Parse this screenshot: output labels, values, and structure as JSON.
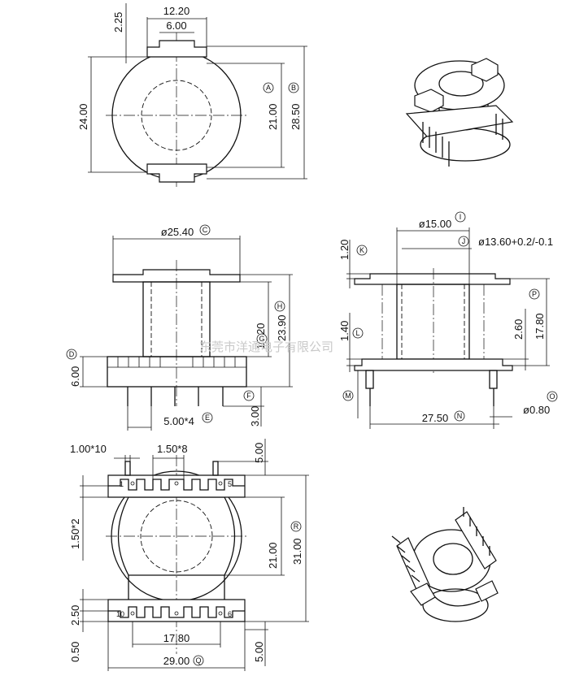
{
  "watermark": "东莞市洋通电子有限公司",
  "top_view": {
    "dims": {
      "slot_outer": "12.20",
      "slot_inner": "6.00",
      "tab_height": "2.25",
      "width": "24.00",
      "inner_dia": "21.00",
      "outer_dia": "28.50"
    },
    "markers": {
      "a": "A",
      "b": "B"
    }
  },
  "front_view": {
    "dims": {
      "flange_dia": "ø25.40",
      "core_height": "15.20",
      "total_height": "23.90",
      "base_height": "6.00",
      "pin_length": "3.00",
      "pin_pitch": "5.00*4"
    },
    "markers": {
      "c": "C",
      "d": "D",
      "e": "E",
      "f": "F",
      "g": "G",
      "h": "H"
    }
  },
  "side_view": {
    "dims": {
      "core_outer": "ø15.00",
      "core_inner": "ø13.60+0.2/-0.1",
      "flange_thick": "1.20",
      "base_thick": "1.40",
      "height": "17.80",
      "step": "2.60",
      "span": "27.50",
      "pin_dia": "ø0.80"
    },
    "markers": {
      "i": "I",
      "j": "J",
      "k": "K",
      "l": "L",
      "m": "M",
      "n": "N",
      "o": "O",
      "p": "P"
    }
  },
  "bottom_view": {
    "dims": {
      "slot_pitch_a": "1.00*10",
      "slot_pitch_b": "1.50*8",
      "top_gap": "5.00",
      "side_pitch": "1.50*2",
      "inner": "21.00",
      "total": "31.00",
      "rail": "2.50",
      "rail_gap": "0.50",
      "pin_span": "17.80",
      "width": "29.00",
      "bottom_gap": "5.00"
    },
    "pins": {
      "p1": "1",
      "p5": "5",
      "p10": "10",
      "p6": "6"
    },
    "markers": {
      "q": "Q",
      "r": "R"
    }
  }
}
